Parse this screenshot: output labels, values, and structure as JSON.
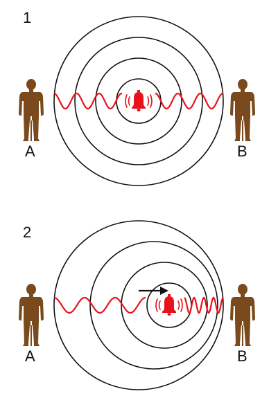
{
  "panels": [
    {
      "number": "1",
      "observer_left": "A",
      "observer_right": "B"
    },
    {
      "number": "2",
      "observer_left": "A",
      "observer_right": "B"
    }
  ],
  "colors": {
    "wave": "#e8121c",
    "bell": "#e8121c",
    "circle": "#111111",
    "arrow": "#111111",
    "person": "#7a4a1c"
  },
  "icons": {
    "source": "bell-icon",
    "observer": "person-icon",
    "motion": "arrow-right-icon"
  }
}
